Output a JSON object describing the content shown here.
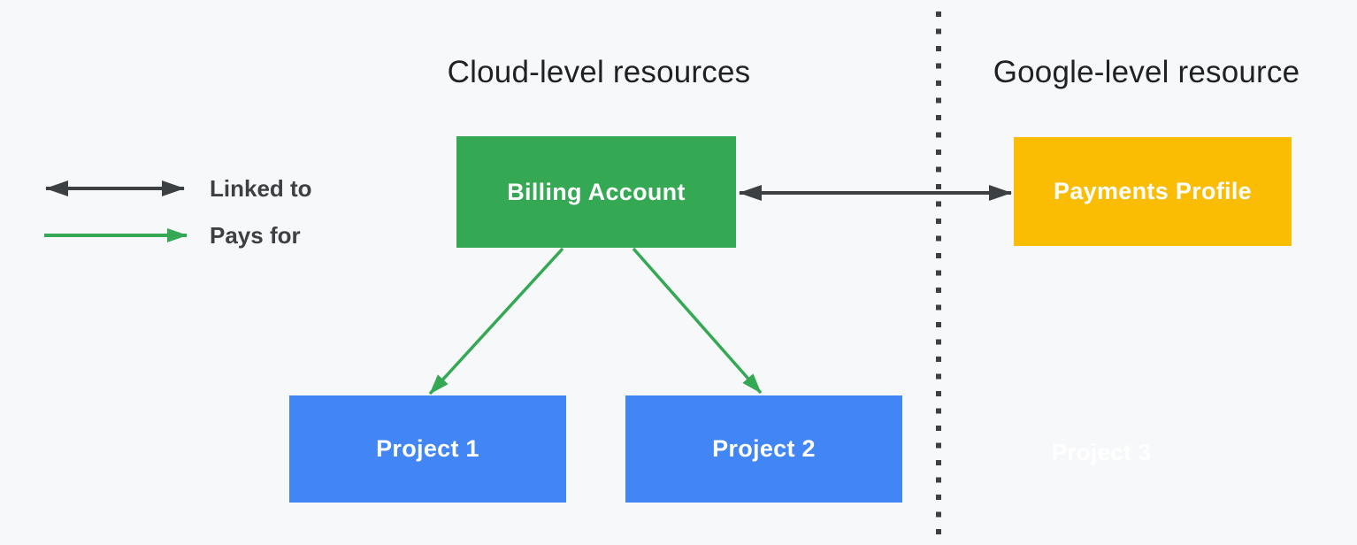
{
  "diagram": {
    "sections": {
      "left_title": "Cloud-level resources",
      "right_title": "Google-level resource",
      "divider_style": "vertical-dotted-line"
    },
    "legend": {
      "items": [
        {
          "label": "Linked to",
          "arrow_type": "double-headed",
          "arrow_color": "#3C4043"
        },
        {
          "label": "Pays for",
          "arrow_type": "single-headed",
          "arrow_color": "#34A853"
        }
      ]
    },
    "nodes": [
      {
        "id": "billing-account",
        "label": "Billing Account",
        "fill": "#34A853",
        "text_color": "#FFFFFF",
        "section": "cloud"
      },
      {
        "id": "payments-profile",
        "label": "Payments Profile",
        "fill": "#FBBC04",
        "text_color": "#FFFFFF",
        "section": "google"
      },
      {
        "id": "project-1",
        "label": "Project 1",
        "fill": "#4285F4",
        "text_color": "#FFFFFF",
        "section": "cloud"
      },
      {
        "id": "project-2",
        "label": "Project 2",
        "fill": "#4285F4",
        "text_color": "#FFFFFF",
        "section": "cloud"
      },
      {
        "id": "project-3",
        "label": "Project 3",
        "fill": "none",
        "text_color": "#FFFFFF",
        "section": "google"
      }
    ],
    "edges": [
      {
        "from": "billing-account",
        "to": "payments-profile",
        "relation": "Linked to",
        "color": "#3C4043"
      },
      {
        "from": "billing-account",
        "to": "project-1",
        "relation": "Pays for",
        "color": "#34A853"
      },
      {
        "from": "billing-account",
        "to": "project-2",
        "relation": "Pays for",
        "color": "#34A853"
      }
    ],
    "colors": {
      "background": "#F7F8FA",
      "divider": "#3C4043",
      "title_text": "#202124",
      "legend_text": "#3C4043"
    }
  }
}
